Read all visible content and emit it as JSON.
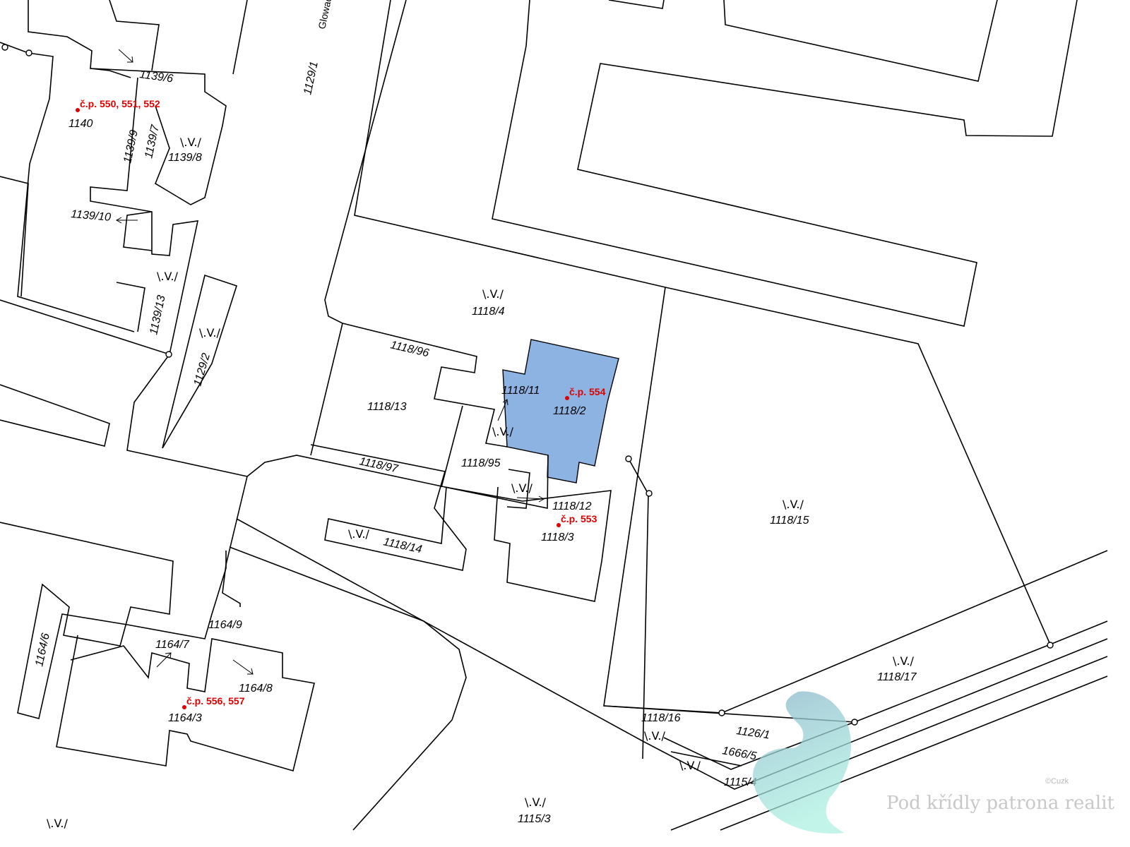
{
  "map": {
    "street_label": "Glowac",
    "highlight_color": "#8db3e2",
    "parcels": [
      "1139/6",
      "1140",
      "1139/9",
      "1139/7",
      "1139/8",
      "1139/10",
      "1139/13",
      "1129/1",
      "1129/2",
      "1118/4",
      "1118/96",
      "1118/13",
      "1118/11",
      "1118/2",
      "1118/95",
      "1118/97",
      "1118/12",
      "1118/3",
      "1118/14",
      "1118/15",
      "1118/17",
      "1118/16",
      "1126/1",
      "1666/5",
      "1115/4",
      "1115/3",
      "1164/6",
      "1164/9",
      "1164/7",
      "1164/8",
      "1164/3"
    ],
    "house_numbers": [
      "č.p. 550, 551, 552",
      "č.p. 554",
      "č.p. 553",
      "č.p. 556, 557"
    ],
    "grass_symbol": "\\.V./"
  },
  "watermark": {
    "text": "Pod křídly patrona realit",
    "copyright": "©Cuzk"
  }
}
